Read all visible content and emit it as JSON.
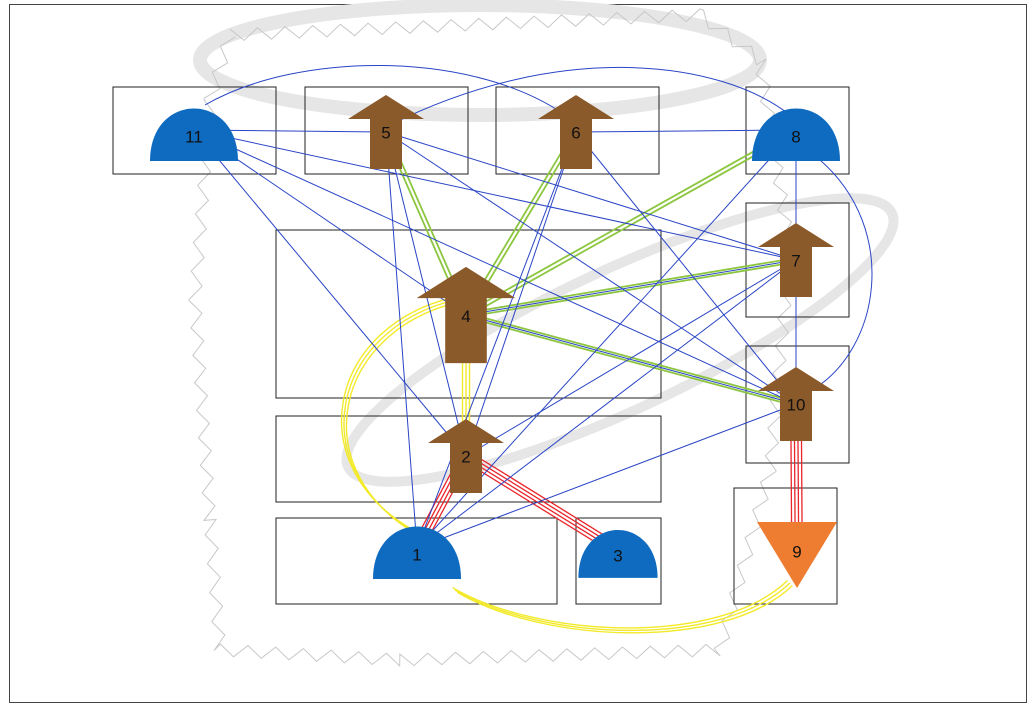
{
  "colors": {
    "blue_link": "#2a45c6",
    "red_link": "#e8262b",
    "yellow_link": "#f2ea2a",
    "green_link": "#8cc63f",
    "blue_node": "#0f6bbf",
    "brown_node": "#8b5a2b",
    "orange_node": "#ee7d31",
    "box_border": "#222222",
    "watermark": "#e6e6e6"
  },
  "nodes": [
    {
      "id": "1",
      "label": "1",
      "shape": "dome",
      "color": "blue"
    },
    {
      "id": "2",
      "label": "2",
      "shape": "arrow",
      "color": "brown"
    },
    {
      "id": "3",
      "label": "3",
      "shape": "dome",
      "color": "blue"
    },
    {
      "id": "4",
      "label": "4",
      "shape": "arrow",
      "color": "brown"
    },
    {
      "id": "5",
      "label": "5",
      "shape": "arrow",
      "color": "brown"
    },
    {
      "id": "6",
      "label": "6",
      "shape": "arrow",
      "color": "brown"
    },
    {
      "id": "7",
      "label": "7",
      "shape": "arrow",
      "color": "brown"
    },
    {
      "id": "8",
      "label": "8",
      "shape": "dome",
      "color": "blue"
    },
    {
      "id": "9",
      "label": "9",
      "shape": "triangle-down",
      "color": "orange"
    },
    {
      "id": "10",
      "label": "10",
      "shape": "arrow",
      "color": "brown"
    },
    {
      "id": "11",
      "label": "11",
      "shape": "dome",
      "color": "blue"
    }
  ],
  "edges": [
    {
      "from": "1",
      "to": "2",
      "style": "red"
    },
    {
      "from": "2",
      "to": "3",
      "style": "red"
    },
    {
      "from": "10",
      "to": "9",
      "style": "red"
    },
    {
      "from": "2",
      "to": "4",
      "style": "yellow"
    },
    {
      "from": "1",
      "to": "4",
      "style": "yellow"
    },
    {
      "from": "1",
      "to": "9",
      "style": "yellow"
    },
    {
      "from": "4",
      "to": "5",
      "style": "green"
    },
    {
      "from": "4",
      "to": "6",
      "style": "green"
    },
    {
      "from": "4",
      "to": "8",
      "style": "green"
    },
    {
      "from": "4",
      "to": "7",
      "style": "green"
    },
    {
      "from": "4",
      "to": "10",
      "style": "green"
    },
    {
      "from": "11",
      "to": "5",
      "style": "blue"
    },
    {
      "from": "11",
      "to": "6",
      "style": "blue"
    },
    {
      "from": "11",
      "to": "7",
      "style": "blue"
    },
    {
      "from": "11",
      "to": "4",
      "style": "blue"
    },
    {
      "from": "11",
      "to": "2",
      "style": "blue"
    },
    {
      "from": "11",
      "to": "10",
      "style": "blue"
    },
    {
      "from": "5",
      "to": "8",
      "style": "blue"
    },
    {
      "from": "5",
      "to": "7",
      "style": "blue"
    },
    {
      "from": "5",
      "to": "1",
      "style": "blue"
    },
    {
      "from": "5",
      "to": "2",
      "style": "blue"
    },
    {
      "from": "5",
      "to": "10",
      "style": "blue"
    },
    {
      "from": "6",
      "to": "8",
      "style": "blue"
    },
    {
      "from": "6",
      "to": "1",
      "style": "blue"
    },
    {
      "from": "6",
      "to": "2",
      "style": "blue"
    },
    {
      "from": "6",
      "to": "10",
      "style": "blue"
    },
    {
      "from": "8",
      "to": "7",
      "style": "blue"
    },
    {
      "from": "8",
      "to": "10",
      "style": "blue"
    },
    {
      "from": "8",
      "to": "1",
      "style": "blue"
    },
    {
      "from": "7",
      "to": "10",
      "style": "blue"
    },
    {
      "from": "7",
      "to": "1",
      "style": "blue"
    },
    {
      "from": "4",
      "to": "7",
      "style": "blue"
    },
    {
      "from": "4",
      "to": "10",
      "style": "blue"
    },
    {
      "from": "10",
      "to": "1",
      "style": "blue"
    },
    {
      "from": "2",
      "to": "7",
      "style": "blue"
    }
  ]
}
